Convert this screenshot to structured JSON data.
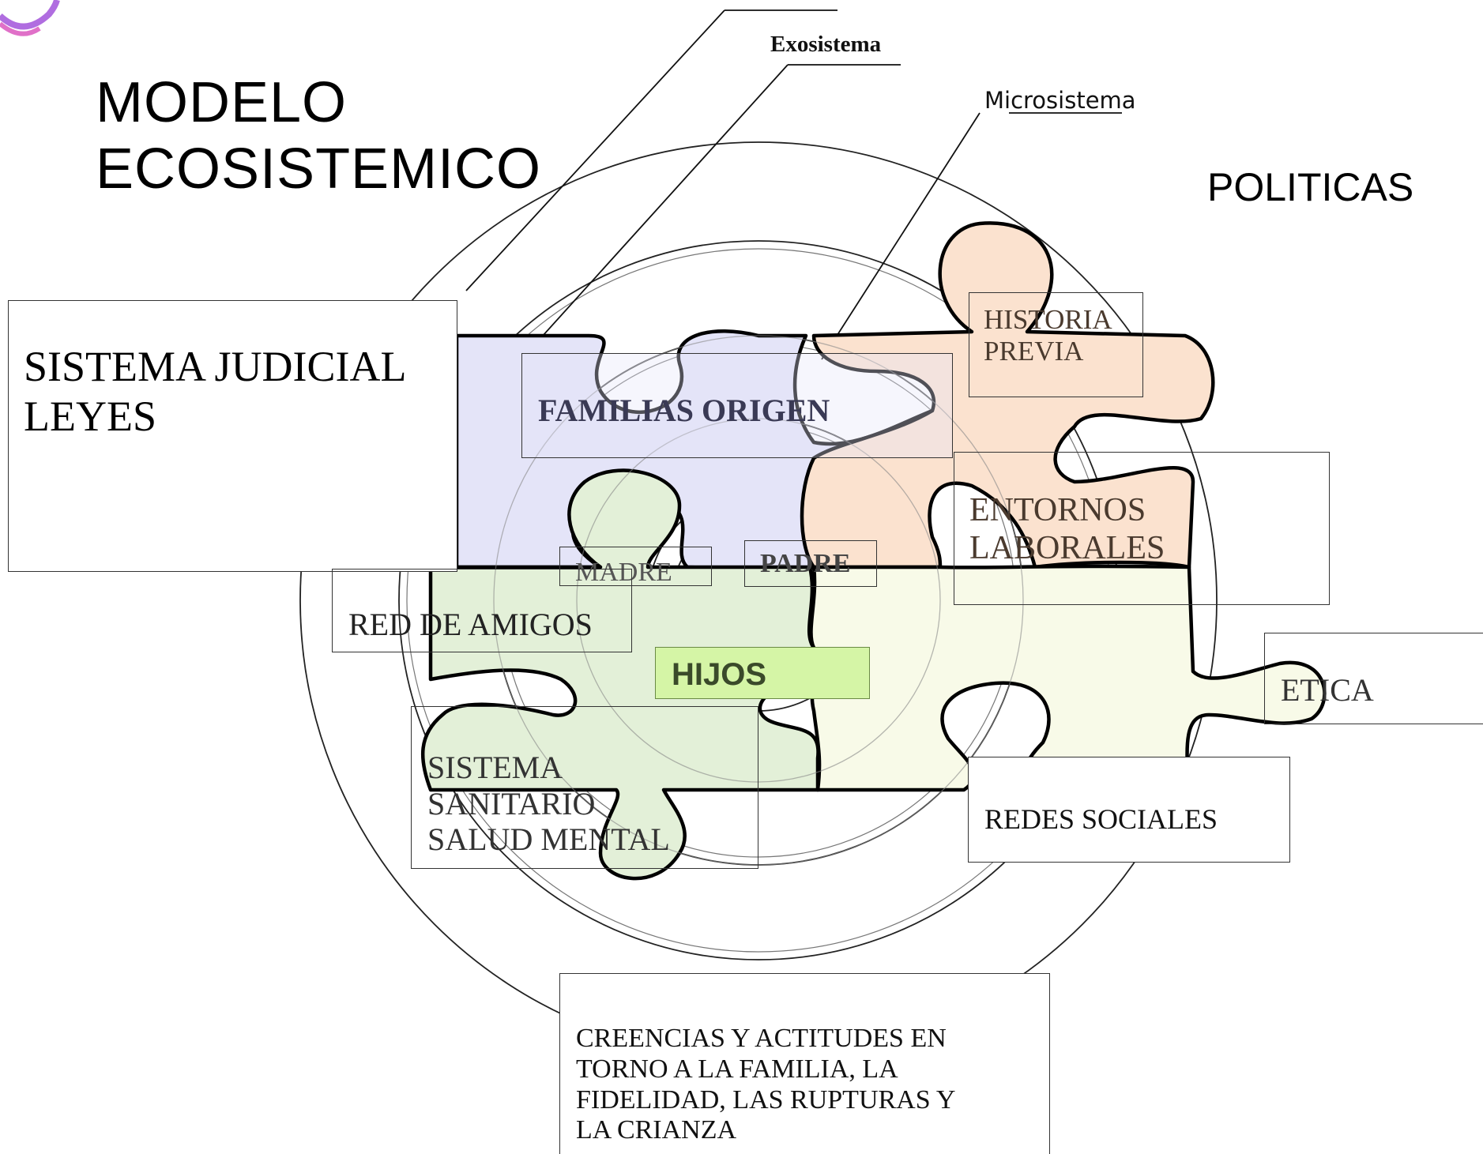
{
  "diagram": {
    "title": "MODELO\nECOSISTEMICO",
    "level_labels": {
      "exosistema": "Exosistema",
      "microsistema": "Microsistema"
    },
    "outer_labels": {
      "politicas": "POLITICAS"
    },
    "boxes": {
      "sistema_judicial": "SISTEMA JUDICIAL\nLEYES",
      "familias_origen": "FAMILIAS ORIGEN",
      "historia_previa": "HISTORIA\nPREVIA",
      "entornos_laborales": "ENTORNOS\nLABORALES",
      "madre": "MADRE",
      "padre": "PADRE",
      "red_de_amigos": "RED DE AMIGOS",
      "hijos": "HIJOS",
      "etica": "ETICA",
      "sistema_sanitario": "SISTEMA\nSANITARIO\nSALUD MENTAL",
      "redes_sociales": "REDES SOCIALES",
      "creencias": "CREENCIAS Y ACTITUDES EN\nTORNO A LA FAMILIA, LA\nFIDELIDAD, LAS RUPTURAS Y\nLA CRIANZA"
    },
    "colors": {
      "piece_familias": "#e4e4f8",
      "piece_historia": "#fbe2cf",
      "piece_madre": "#e3f0d8",
      "piece_ecosystem": "#f8fae8",
      "hijos_box": "#d5f5a6",
      "outline": "#000000"
    }
  }
}
